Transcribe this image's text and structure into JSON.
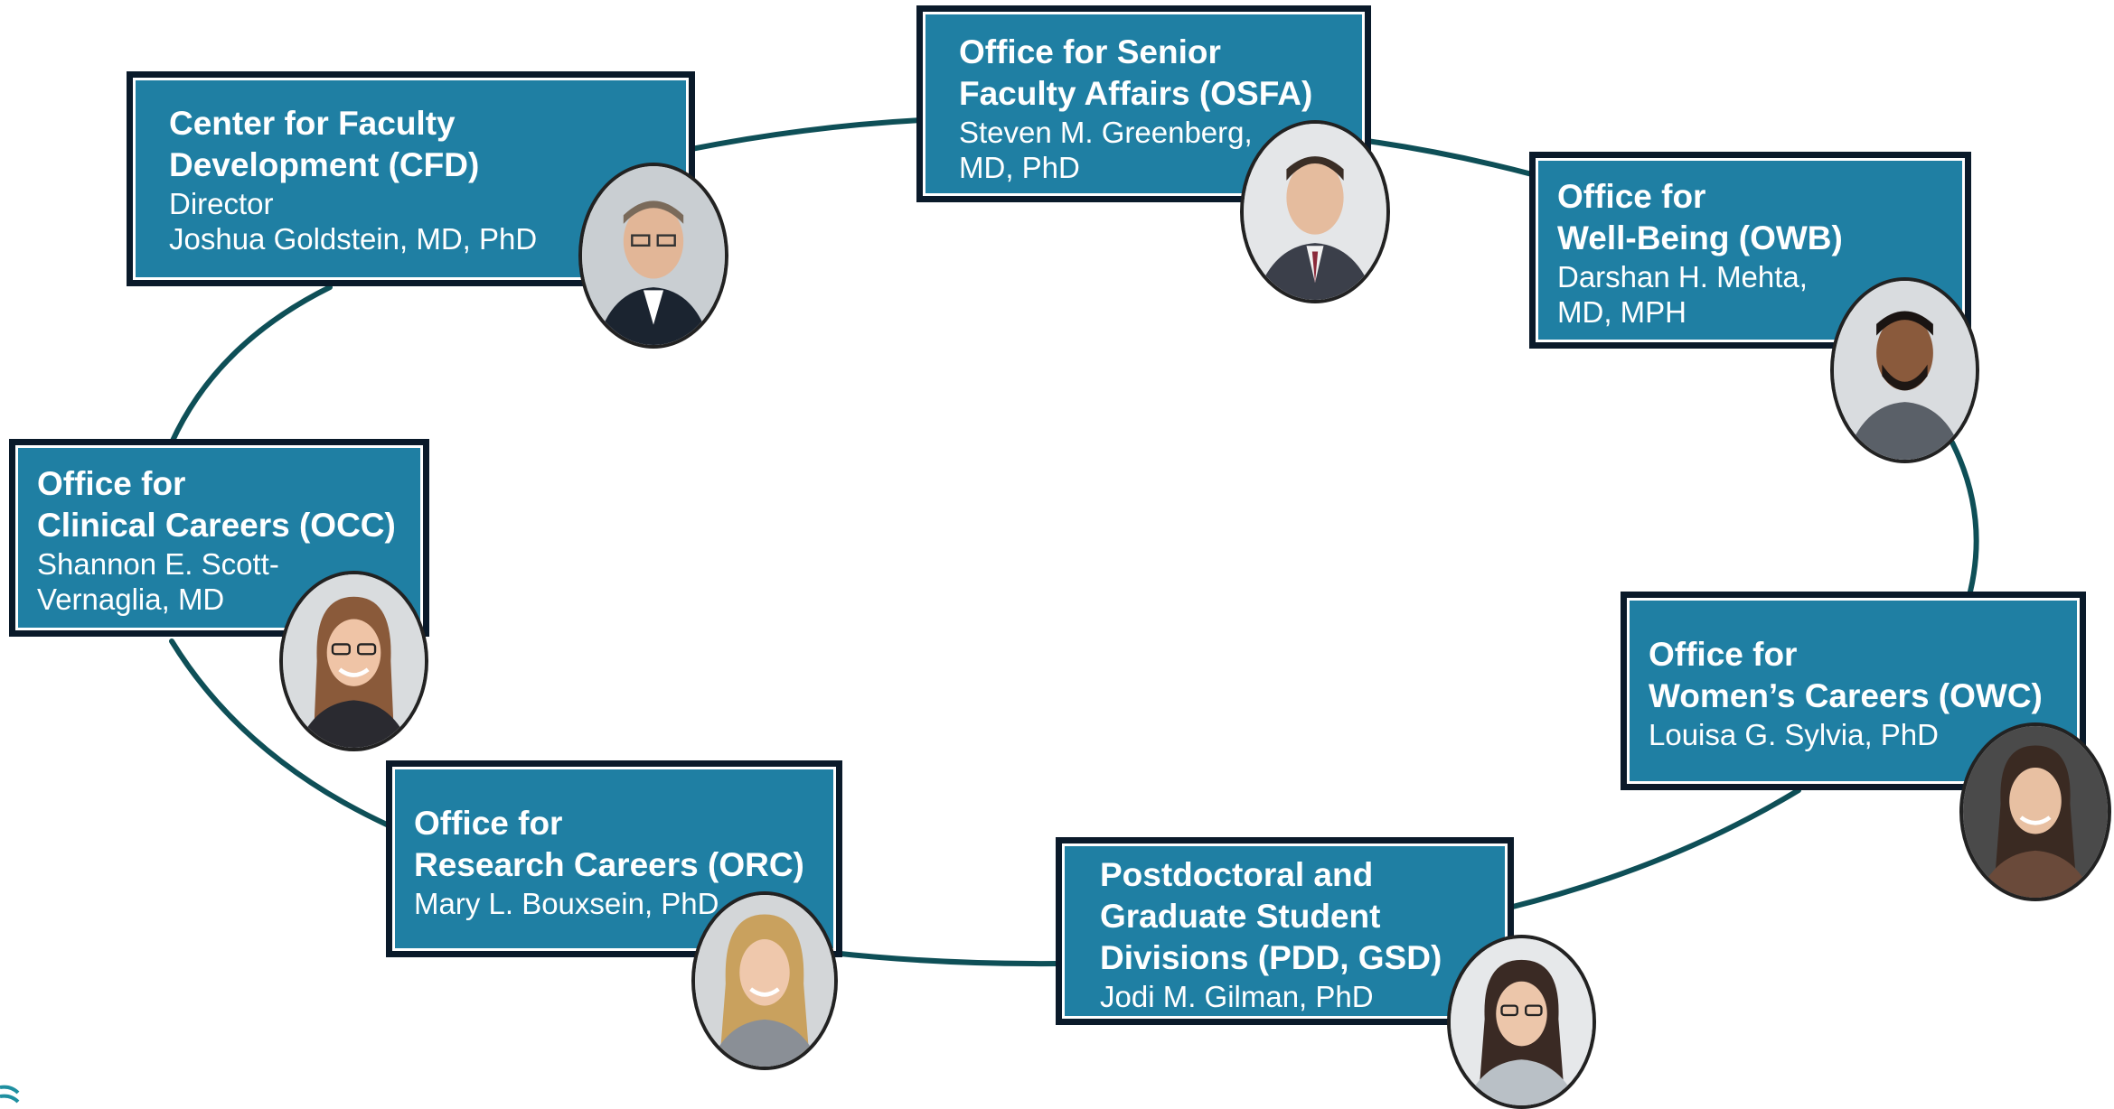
{
  "colors": {
    "card_fill": "#1f7fa3",
    "card_border": "#0a1a2a",
    "connector": "#0e4f57",
    "text": "#ffffff"
  },
  "offices": [
    {
      "id": "cfd",
      "title_lines": [
        "Center for Faculty",
        "Development (CFD)"
      ],
      "person_lines": [
        "Director",
        "Joshua Goldstein, MD, PhD"
      ],
      "photo_icon": "man-glasses-portrait"
    },
    {
      "id": "osfa",
      "title_lines": [
        "Office for Senior",
        "Faculty Affairs (OSFA)"
      ],
      "person_lines": [
        "Steven M. Greenberg,",
        "MD, PhD"
      ],
      "photo_icon": "man-suit-portrait"
    },
    {
      "id": "owb",
      "title_lines": [
        "Office for",
        "Well-Being (OWB)"
      ],
      "person_lines": [
        "Darshan H. Mehta,",
        "MD, MPH"
      ],
      "photo_icon": "man-beard-portrait"
    },
    {
      "id": "owc",
      "title_lines": [
        "Office for",
        "Women’s Careers (OWC)"
      ],
      "person_lines": [
        "Louisa G. Sylvia, PhD"
      ],
      "photo_icon": "woman-portrait"
    },
    {
      "id": "pdd",
      "title_lines": [
        "Postdoctoral and",
        "Graduate Student",
        "Divisions (PDD, GSD)"
      ],
      "person_lines": [
        "Jodi M. Gilman, PhD"
      ],
      "photo_icon": "woman-glasses-portrait"
    },
    {
      "id": "orc",
      "title_lines": [
        "Office for",
        "Research Careers (ORC)"
      ],
      "person_lines": [
        "Mary L. Bouxsein, PhD"
      ],
      "photo_icon": "woman-blonde-portrait"
    },
    {
      "id": "occ",
      "title_lines": [
        "Office for",
        "Clinical Careers (OCC)"
      ],
      "person_lines": [
        "Shannon E. Scott-",
        "Vernaglia, MD"
      ],
      "photo_icon": "woman-glasses-portrait"
    }
  ]
}
